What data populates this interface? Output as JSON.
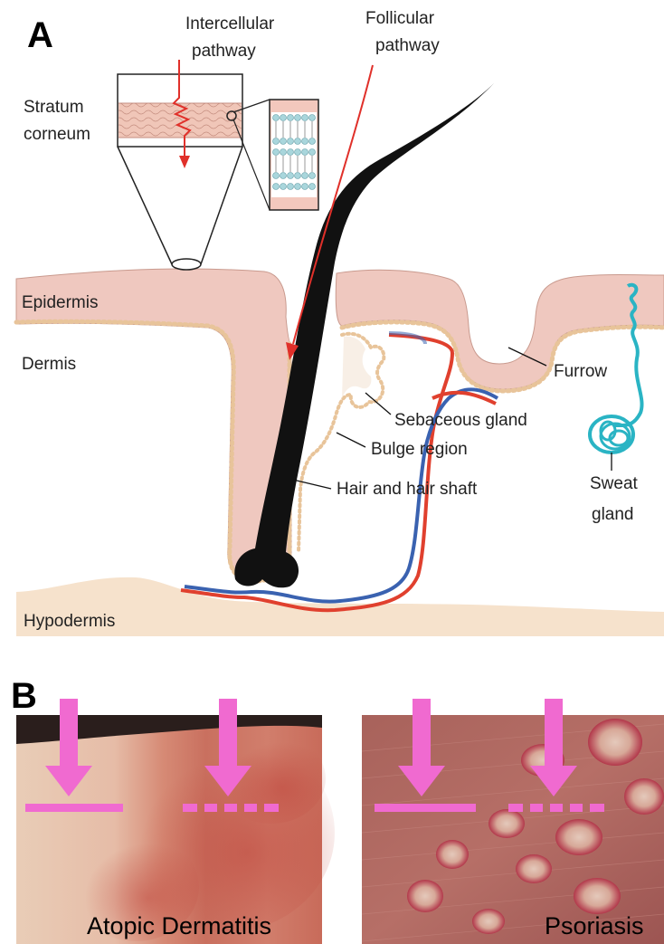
{
  "panel_a": {
    "letter": "A",
    "labels": {
      "intercellular_1": "Intercellular",
      "intercellular_2": "pathway",
      "follicular_1": "Follicular",
      "follicular_2": "pathway",
      "stratum_1": "Stratum",
      "stratum_2": "corneum",
      "epidermis": "Epidermis",
      "dermis": "Dermis",
      "furrow": "Furrow",
      "sebaceous": "Sebaceous gland",
      "bulge": "Bulge region",
      "hair": "Hair and hair shaft",
      "sweat_1": "Sweat",
      "sweat_2": "gland",
      "hypodermis": "Hypodermis"
    },
    "colors": {
      "epidermis_fill": "#efc8bf",
      "epidermis_edge": "#c99a8e",
      "basal_dots": "#e8c49a",
      "hypodermis_fill": "#f6e2cc",
      "hair": "#111111",
      "artery": "#e0402e",
      "vein": "#3a62b0",
      "sweat_gland": "#2ab4c4",
      "pathway_arrow": "#e0302a",
      "lipid_head": "#a9d6dc"
    }
  },
  "panel_b": {
    "letter": "B",
    "photos": [
      {
        "caption": "Atopic Dermatitis"
      },
      {
        "caption": "Psoriasis"
      }
    ],
    "marker_color": "#f06ad0"
  }
}
